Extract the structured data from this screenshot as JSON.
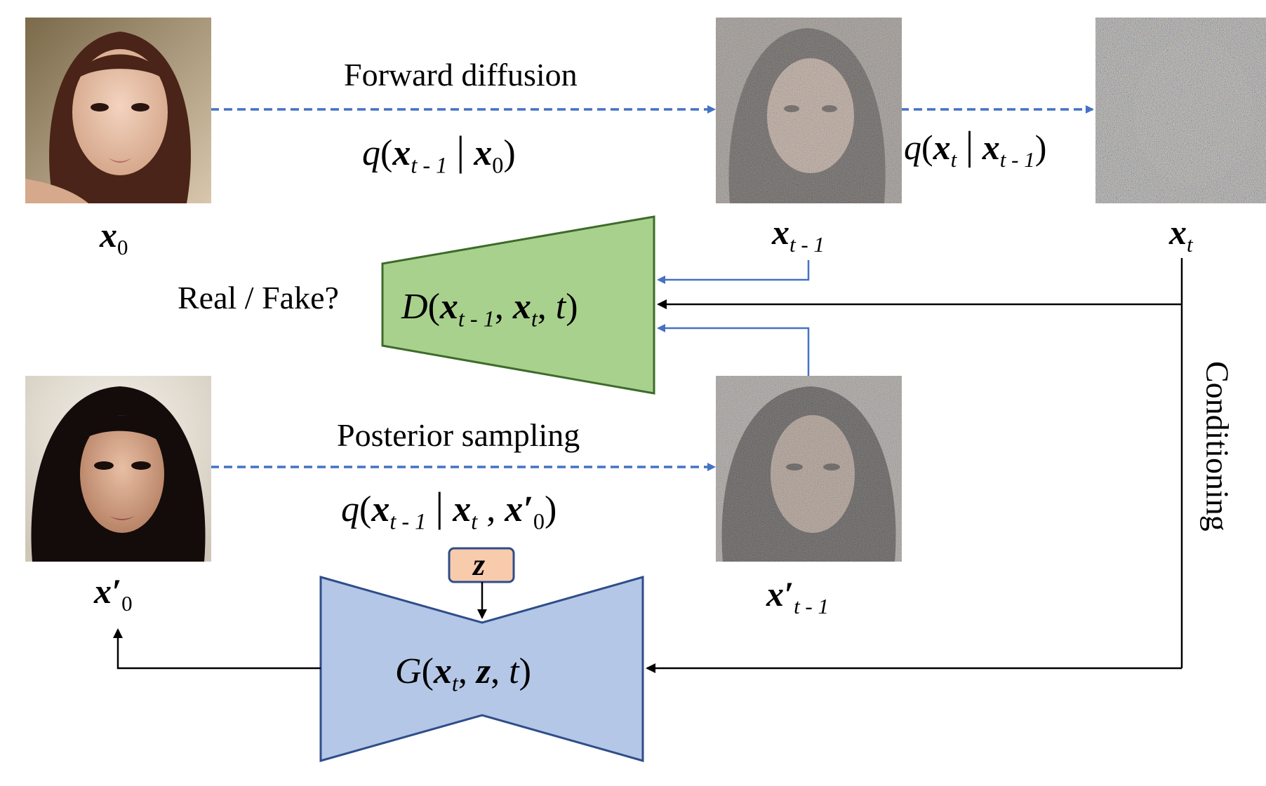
{
  "labels": {
    "forward_diffusion": "Forward diffusion",
    "posterior_sampling": "Posterior sampling",
    "real_fake": "Real / Fake?",
    "conditioning": "Conditioning",
    "z": "z"
  },
  "math": {
    "x": "x",
    "q": "q",
    "D": "D",
    "G": "G",
    "t": "t",
    "sub_0": "0",
    "sub_t": "t",
    "sub_t_minus_1": "t - 1",
    "prime": "′",
    "bar": "|",
    "open": "(",
    "close": ")",
    "comma": ",",
    "z": "z"
  },
  "colors": {
    "discriminator_fill": "#a9d18e",
    "discriminator_stroke": "#3d6b2a",
    "generator_fill": "#b4c7e7",
    "generator_stroke": "#2f4d8a",
    "z_fill": "#f8cbad",
    "z_stroke": "#2f4d8a",
    "dashed_arrow": "#4472c4",
    "blue_line": "#4472c4",
    "black_line": "#000000"
  },
  "images": [
    {
      "name": "clean-face-image",
      "noise": "none"
    },
    {
      "name": "noisy-face-image",
      "noise": "medium"
    },
    {
      "name": "pure-noise-image",
      "noise": "high"
    },
    {
      "name": "generated-face-image",
      "noise": "none"
    },
    {
      "name": "generated-noisy-face-image",
      "noise": "medium"
    }
  ]
}
